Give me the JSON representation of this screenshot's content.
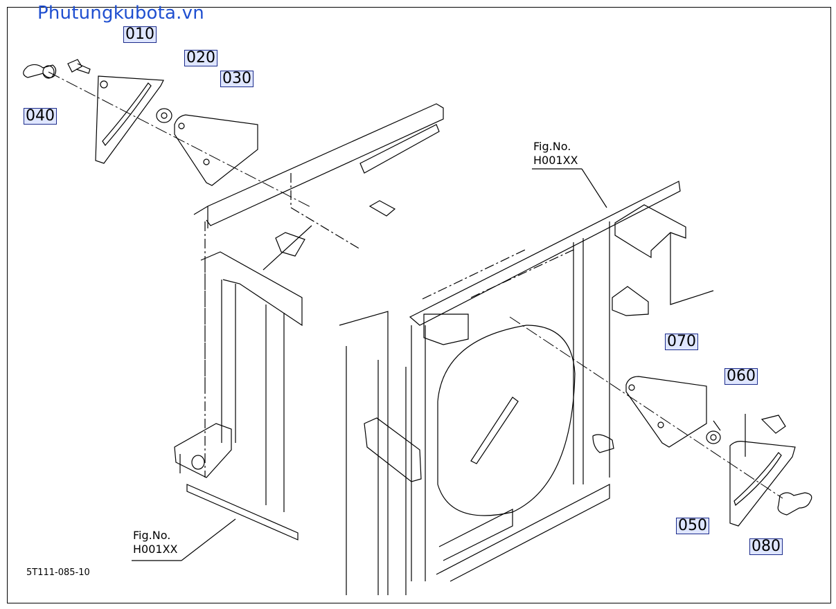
{
  "watermark": "Phutungkubota.vn",
  "drawing_number": "5T111-085-10",
  "callouts": {
    "c010": "010",
    "c020": "020",
    "c030": "030",
    "c040": "040",
    "c050": "050",
    "c060": "060",
    "c070": "070",
    "c080": "080"
  },
  "fig_refs": {
    "top": {
      "line1": "Fig.No.",
      "line2": "H001XX"
    },
    "bottom": {
      "line1": "Fig.No.",
      "line2": "H001XX"
    }
  },
  "colors": {
    "line": "#000000",
    "callout_bg": "#dfe6ff",
    "callout_border": "#1a2a8a",
    "watermark": "#1f4fd0"
  }
}
